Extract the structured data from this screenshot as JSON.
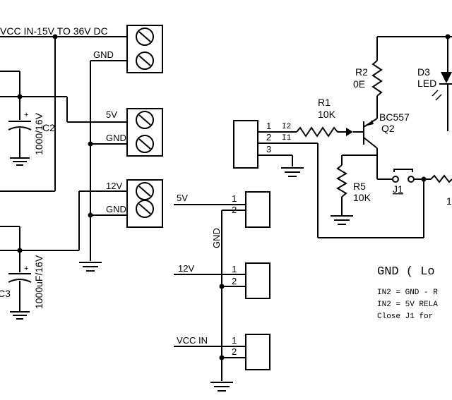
{
  "diagram": {
    "input_label": "VCC IN-15V TO 36V DC",
    "terminals": {
      "t1": {
        "label": "GND"
      },
      "t2": {
        "label_top": "5V",
        "label_bottom": "GND"
      },
      "t3": {
        "label_top": "12V",
        "label_bottom": "GND"
      }
    },
    "capacitors": {
      "c2": {
        "name": "C2",
        "value": "1000/16V",
        "polarity": "+"
      },
      "c3": {
        "name": "C3",
        "value": "1000uF/16V",
        "polarity": "+"
      }
    },
    "headers": {
      "h5v": {
        "net": "5V",
        "pin1": "1",
        "pin2": "2"
      },
      "h12v": {
        "net": "12V",
        "pin1": "1",
        "pin2": "2"
      },
      "hvcc": {
        "net": "VCC IN",
        "pin1": "1",
        "pin2": "2"
      },
      "gnd_net": "GND"
    },
    "input_header": {
      "pin1": "1",
      "pin2": "2",
      "pin3": "3",
      "sig1": "I2",
      "sig2": "I1"
    },
    "r1": {
      "name": "R1",
      "value": "10K"
    },
    "r2": {
      "name": "R2",
      "value": "0E"
    },
    "r5": {
      "name": "R5",
      "value": "10K"
    },
    "q2": {
      "part": "BC557",
      "name": "Q2"
    },
    "d3": {
      "name": "D3",
      "type": "LED"
    },
    "j1": {
      "name": "J1"
    },
    "cut_label": "1",
    "notes": {
      "title": "GND ( Lo",
      "line1": "IN2 = GND - R",
      "line2": "IN2 = 5V RELA",
      "line3": "Close J1 for"
    }
  }
}
